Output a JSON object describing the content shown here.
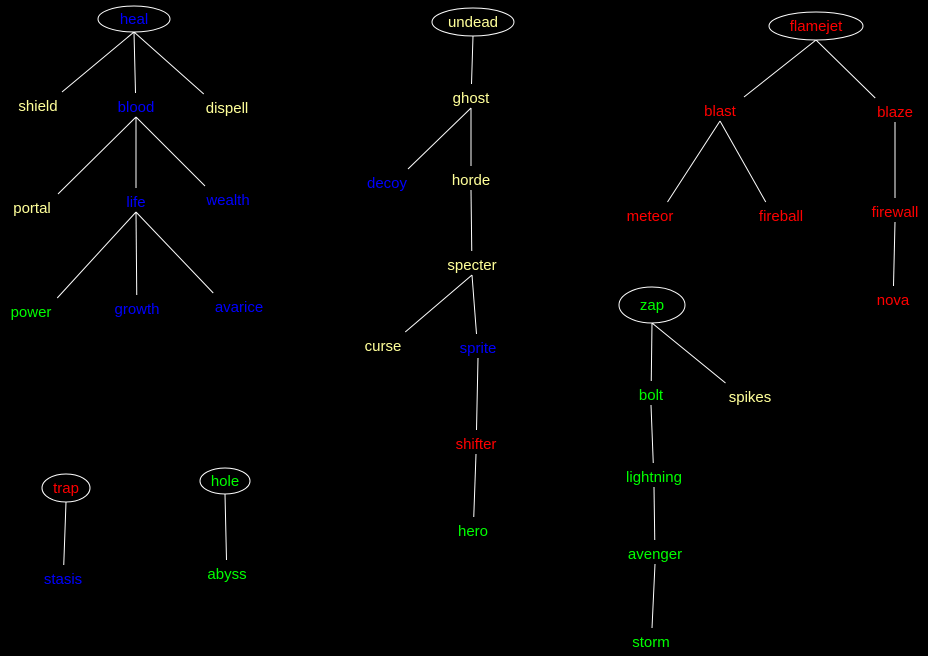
{
  "colors": {
    "yellow": "#ffff99",
    "blue": "#0000ff",
    "green": "#00ff00",
    "red": "#ff0000",
    "line": "#ffffff"
  },
  "trees": [
    {
      "id": "heal-tree",
      "nodes": [
        {
          "id": "heal",
          "label": "heal",
          "color": "blue",
          "root": true
        },
        {
          "id": "shield",
          "label": "shield",
          "color": "yellow",
          "parent": "heal"
        },
        {
          "id": "blood",
          "label": "blood",
          "color": "blue",
          "parent": "heal"
        },
        {
          "id": "dispell",
          "label": "dispell",
          "color": "yellow",
          "parent": "heal"
        },
        {
          "id": "portal",
          "label": "portal",
          "color": "yellow",
          "parent": "blood"
        },
        {
          "id": "life",
          "label": "life",
          "color": "blue",
          "parent": "blood"
        },
        {
          "id": "wealth",
          "label": "wealth",
          "color": "blue",
          "parent": "blood"
        },
        {
          "id": "power",
          "label": "power",
          "color": "green",
          "parent": "life"
        },
        {
          "id": "growth",
          "label": "growth",
          "color": "blue",
          "parent": "life"
        },
        {
          "id": "avarice",
          "label": "avarice",
          "color": "blue",
          "parent": "life"
        }
      ]
    },
    {
      "id": "undead-tree",
      "nodes": [
        {
          "id": "undead",
          "label": "undead",
          "color": "yellow",
          "root": true
        },
        {
          "id": "ghost",
          "label": "ghost",
          "color": "yellow",
          "parent": "undead"
        },
        {
          "id": "decoy",
          "label": "decoy",
          "color": "blue",
          "parent": "ghost"
        },
        {
          "id": "horde",
          "label": "horde",
          "color": "yellow",
          "parent": "ghost"
        },
        {
          "id": "specter",
          "label": "specter",
          "color": "yellow",
          "parent": "horde"
        },
        {
          "id": "curse",
          "label": "curse",
          "color": "yellow",
          "parent": "specter"
        },
        {
          "id": "sprite",
          "label": "sprite",
          "color": "blue",
          "parent": "specter"
        },
        {
          "id": "shifter",
          "label": "shifter",
          "color": "red",
          "parent": "sprite"
        },
        {
          "id": "hero",
          "label": "hero",
          "color": "green",
          "parent": "shifter"
        }
      ]
    },
    {
      "id": "flamejet-tree",
      "nodes": [
        {
          "id": "flamejet",
          "label": "flamejet",
          "color": "red",
          "root": true
        },
        {
          "id": "blast",
          "label": "blast",
          "color": "red",
          "parent": "flamejet"
        },
        {
          "id": "blaze",
          "label": "blaze",
          "color": "red",
          "parent": "flamejet"
        },
        {
          "id": "meteor",
          "label": "meteor",
          "color": "red",
          "parent": "blast"
        },
        {
          "id": "fireball",
          "label": "fireball",
          "color": "red",
          "parent": "blast"
        },
        {
          "id": "firewall",
          "label": "firewall",
          "color": "red",
          "parent": "blaze"
        },
        {
          "id": "nova",
          "label": "nova",
          "color": "red",
          "parent": "firewall"
        }
      ]
    },
    {
      "id": "zap-tree",
      "nodes": [
        {
          "id": "zap",
          "label": "zap",
          "color": "green",
          "root": true
        },
        {
          "id": "bolt",
          "label": "bolt",
          "color": "green",
          "parent": "zap"
        },
        {
          "id": "spikes",
          "label": "spikes",
          "color": "yellow",
          "parent": "zap"
        },
        {
          "id": "lightning",
          "label": "lightning",
          "color": "green",
          "parent": "bolt"
        },
        {
          "id": "avenger",
          "label": "avenger",
          "color": "green",
          "parent": "lightning"
        },
        {
          "id": "storm",
          "label": "storm",
          "color": "green",
          "parent": "avenger"
        }
      ]
    },
    {
      "id": "trap-tree",
      "nodes": [
        {
          "id": "trap",
          "label": "trap",
          "color": "red",
          "root": true
        },
        {
          "id": "stasis",
          "label": "stasis",
          "color": "blue",
          "parent": "trap"
        }
      ]
    },
    {
      "id": "hole-tree",
      "nodes": [
        {
          "id": "hole",
          "label": "hole",
          "color": "green",
          "root": true
        },
        {
          "id": "abyss",
          "label": "abyss",
          "color": "green",
          "parent": "hole"
        }
      ]
    }
  ]
}
